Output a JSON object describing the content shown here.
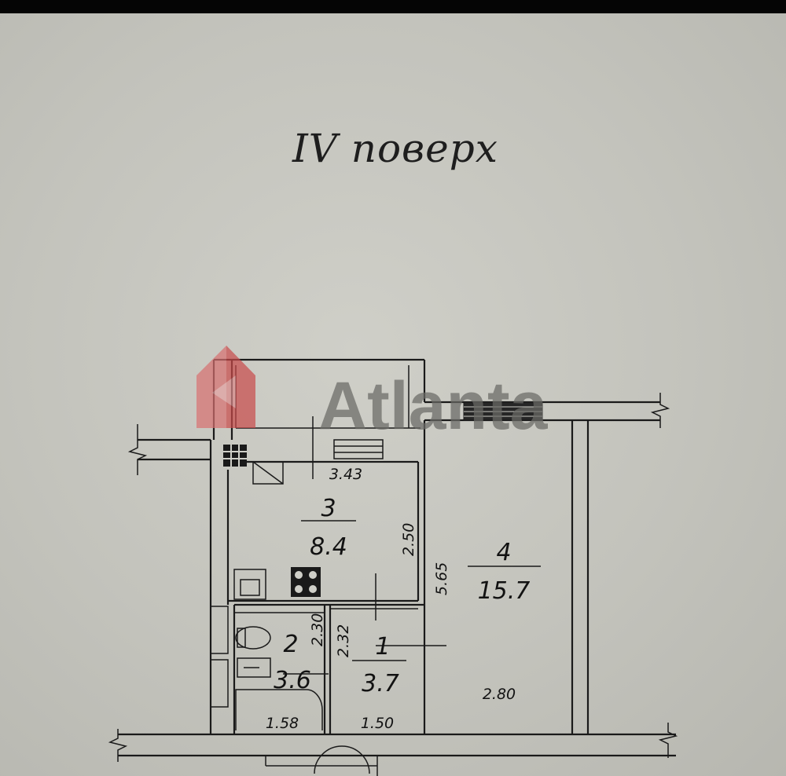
{
  "floor_title": "IV поверх",
  "watermark": "Atlanta",
  "colors": {
    "paper": "#c9c9c2",
    "ink": "#1a1a1a",
    "watermark_brand": "#c94a4a",
    "watermark_text": "#6a6a66"
  },
  "rooms": [
    {
      "number": "1",
      "area": "3.7"
    },
    {
      "number": "2",
      "area": "3.6"
    },
    {
      "number": "3",
      "area": "8.4"
    },
    {
      "number": "4",
      "area": "15.7"
    }
  ],
  "dimensions": {
    "kitchen_width": "3.43",
    "kitchen_depth": "2.50",
    "room_length": "5.65",
    "room_width": "2.80",
    "bath_depth": "2.30",
    "hall_depth": "2.32",
    "bath_width": "1.58",
    "hall_width": "1.50"
  }
}
